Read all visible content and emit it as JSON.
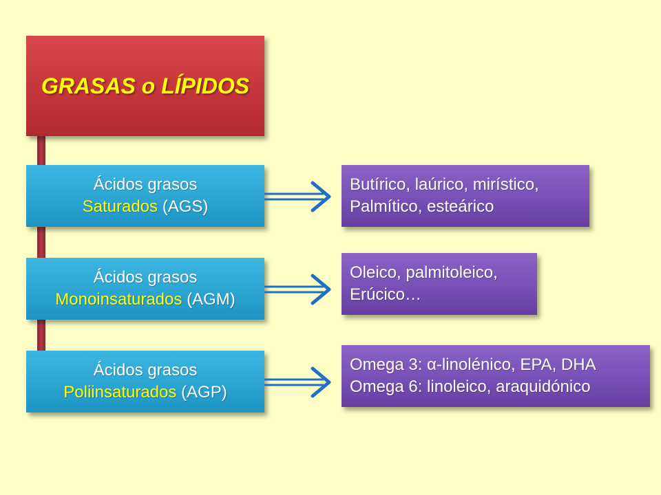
{
  "title": "GRASAS o LÍPIDOS",
  "categories": [
    {
      "line1": "Ácidos grasos",
      "highlight": "Saturados",
      "abbr": "(AGS)"
    },
    {
      "line1": "Ácidos grasos",
      "highlight": "Monoinsaturados",
      "abbr": "(AGM)"
    },
    {
      "line1": "Ácidos grasos",
      "highlight": "Poliinsaturados",
      "abbr": "(AGP)"
    }
  ],
  "examples": [
    {
      "line1": "Butírico, laúrico, mirístico,",
      "line2": "Palmítico, esteárico"
    },
    {
      "line1": "Oleico, palmitoleico,",
      "line2": "Erúcico…"
    },
    {
      "line1": "Omega 3: α-linolénico, EPA, DHA",
      "line2": "Omega 6: linoleico, araquidónico"
    }
  ],
  "colors": {
    "background": "#fdfdc5",
    "title_box": "#c5363a",
    "title_text": "#ffff00",
    "category_box": "#2ca5d3",
    "category_highlight": "#ffff00",
    "example_box": "#7850b6",
    "arrow": "#1f6fc4",
    "trunk": "#9e3039"
  },
  "icons": {
    "connector": "double-arrow-right-icon"
  }
}
